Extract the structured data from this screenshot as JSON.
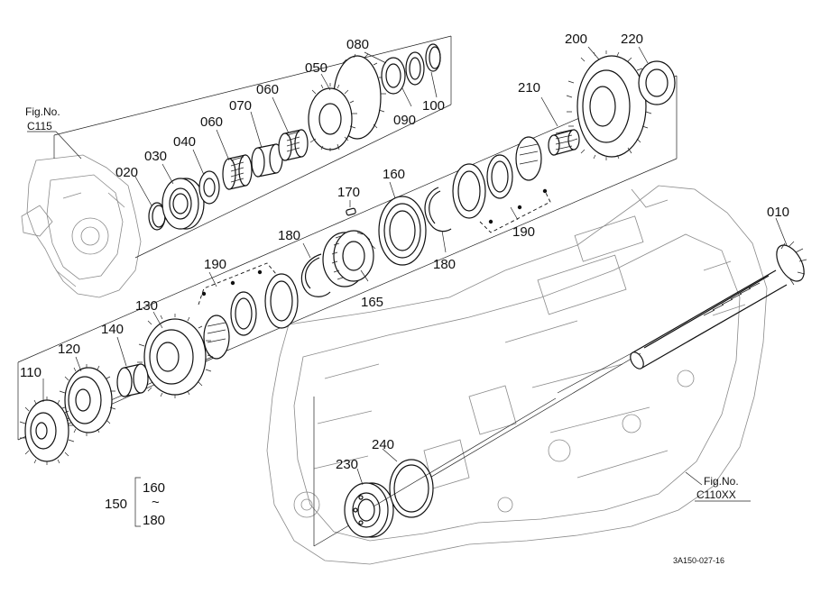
{
  "parts": {
    "p010": "010",
    "p020": "020",
    "p030": "030",
    "p040": "040",
    "p050": "050",
    "p060a": "060",
    "p060b": "060",
    "p070": "070",
    "p080": "080",
    "p090": "090",
    "p100": "100",
    "p110": "110",
    "p120": "120",
    "p130": "130",
    "p140": "140",
    "p150": "150",
    "p160": "160",
    "p165": "165",
    "p170": "170",
    "p180a": "180",
    "p180b": "180",
    "p190a": "190",
    "p190b": "190",
    "p200": "200",
    "p210": "210",
    "p220": "220",
    "p230": "230",
    "p240": "240"
  },
  "group150": {
    "label": "150",
    "from": "160",
    "tilde": "~",
    "to": "180"
  },
  "refs": {
    "c115_title": "Fig.No.",
    "c115_code": "C115",
    "c110_title": "Fig.No.",
    "c110_code": "C110XX"
  },
  "drawing_code": "3A150-027-16",
  "colors": {
    "ink": "#111111",
    "ghost": "#8a8a8a",
    "paper": "#ffffff"
  }
}
